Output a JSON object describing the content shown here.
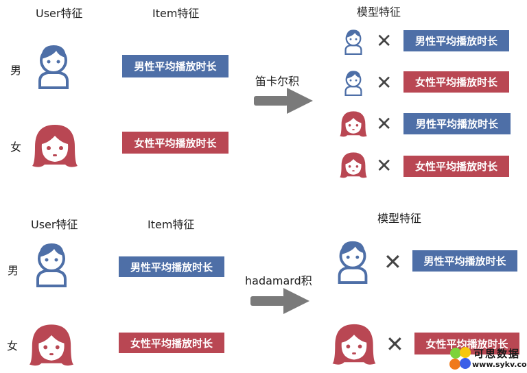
{
  "colors": {
    "male": "#4e6fa7",
    "female": "#b94753",
    "arrow": "#7a7a7a"
  },
  "top": {
    "user_header": "User特征",
    "item_header": "Item特征",
    "male_label": "男",
    "female_label": "女",
    "male_feature": "男性平均播放时长",
    "female_feature": "女性平均播放时长",
    "op_label": "笛卡尔积",
    "model_header": "模型特征",
    "rows": [
      {
        "user": "male",
        "feature": "男性平均播放时长"
      },
      {
        "user": "male",
        "feature": "女性平均播放时长"
      },
      {
        "user": "female",
        "feature": "男性平均播放时长"
      },
      {
        "user": "female",
        "feature": "女性平均播放时长"
      }
    ]
  },
  "bottom": {
    "user_header": "User特征",
    "item_header": "Item特征",
    "male_label": "男",
    "female_label": "女",
    "male_feature": "男性平均播放时长",
    "female_feature": "女性平均播放时长",
    "op_label": "hadamard积",
    "model_header": "模型特征",
    "rows": [
      {
        "user": "male",
        "feature": "男性平均播放时长"
      },
      {
        "user": "female",
        "feature": "女性平均播放时长"
      }
    ]
  },
  "cross_symbol": "✕",
  "watermark": {
    "name": "可思数据",
    "url": "www.sykv.com"
  }
}
